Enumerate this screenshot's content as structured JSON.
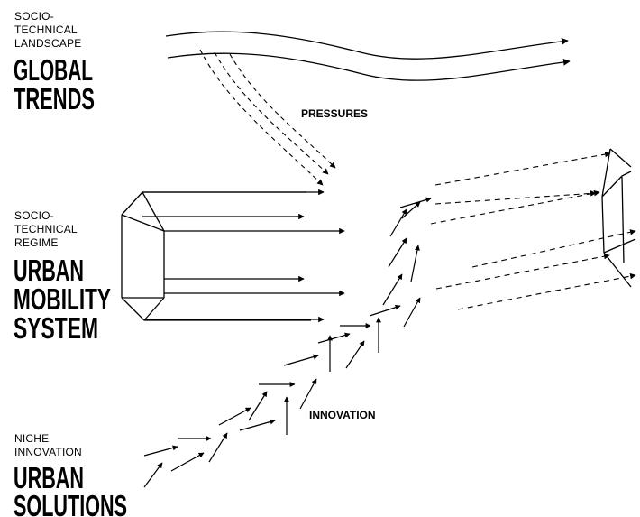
{
  "landscape": {
    "level_label_lines": [
      "SOCIO-",
      "TECHNICAL",
      "LANDSCAPE"
    ],
    "title_lines": [
      "GLOBAL",
      "TRENDS"
    ]
  },
  "regime": {
    "level_label_lines": [
      "SOCIO-",
      "TECHNICAL",
      "REGIME"
    ],
    "title_lines": [
      "URBAN",
      "MOBILITY",
      "SYSTEM"
    ]
  },
  "niche": {
    "level_label_lines": [
      "NICHE",
      "INNOVATION"
    ],
    "title_lines": [
      "URBAN",
      "SOLUTIONS"
    ]
  },
  "flows": {
    "pressures_label": "PRESSURES",
    "innovation_label": "INNOVATION"
  },
  "colors": {
    "line": "#000000",
    "background": "#ffffff"
  }
}
